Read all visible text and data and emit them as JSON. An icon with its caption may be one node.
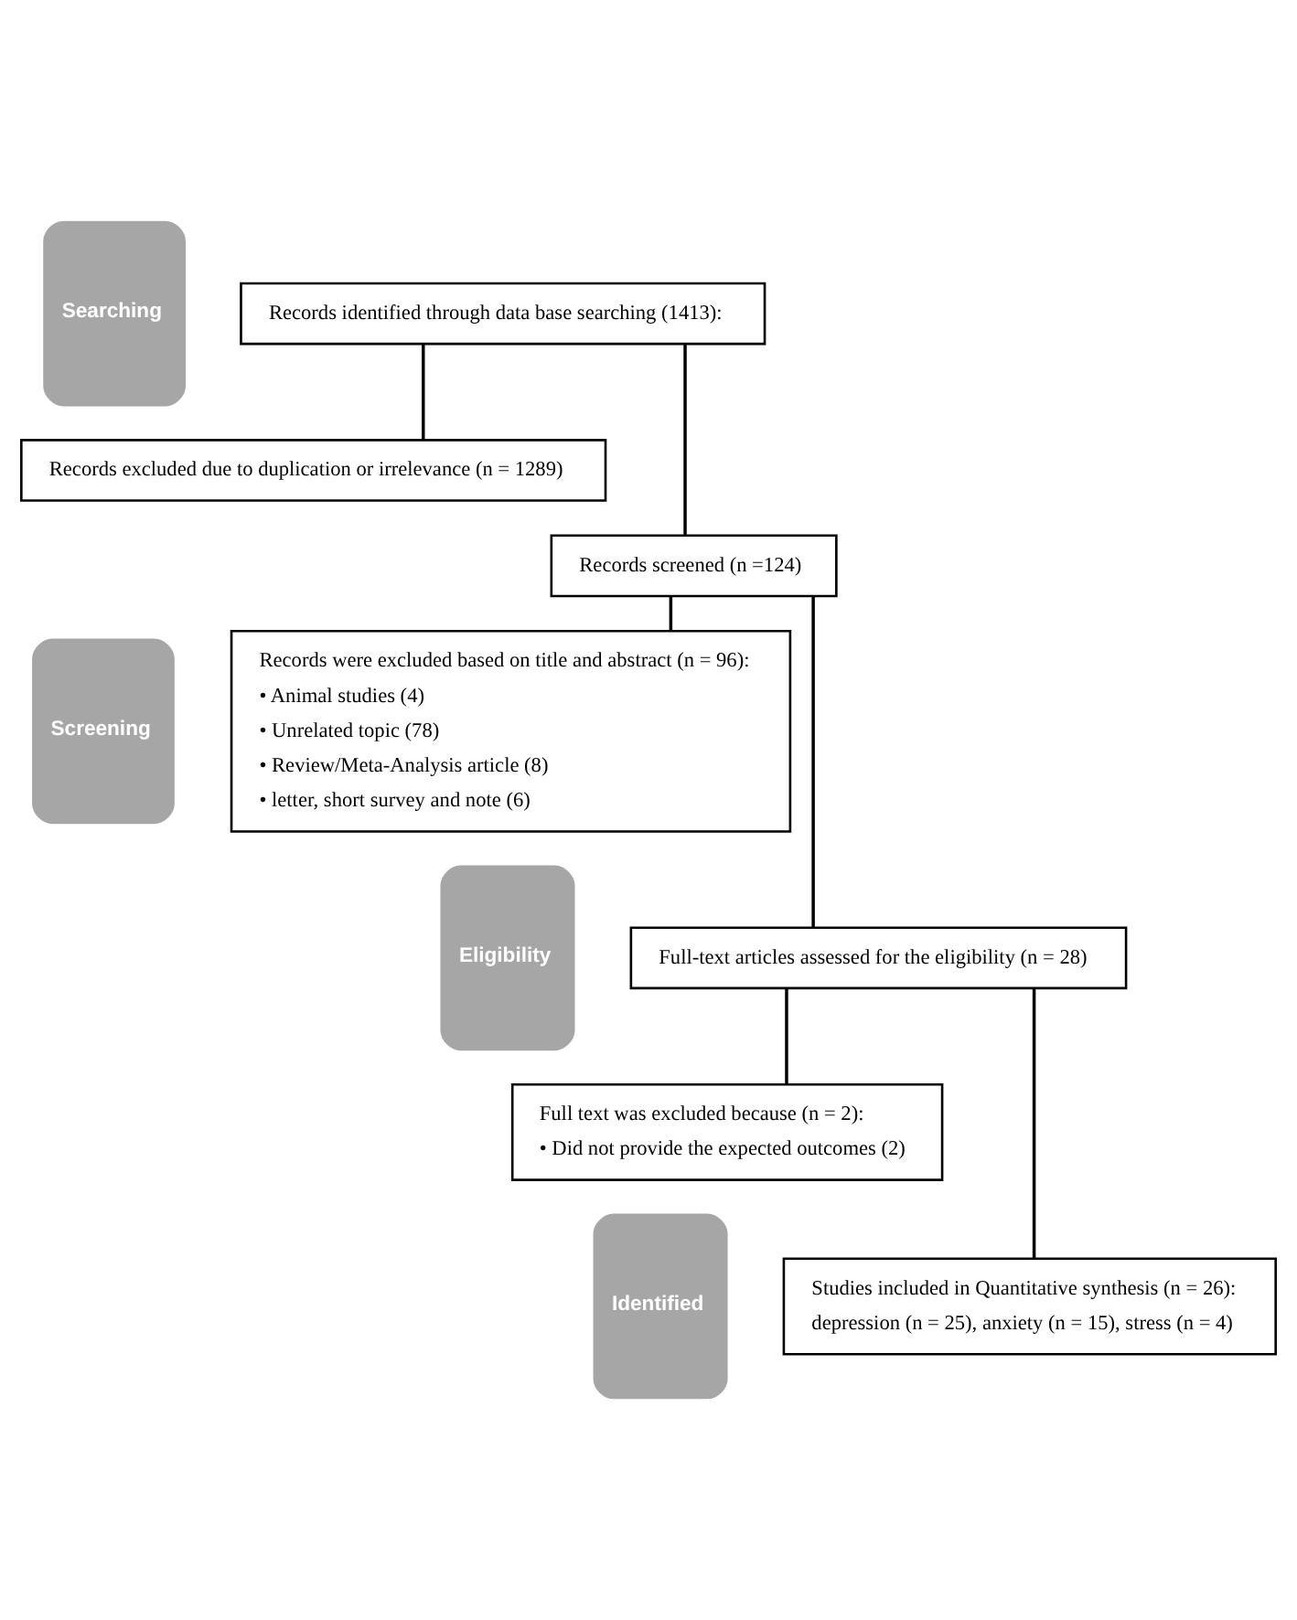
{
  "diagram": {
    "nodes": [
      {
        "text": [
          "Records identified through data base searching (1413):"
        ]
      },
      {
        "text": [
          "Records excluded due to duplication or irrelevance (n = 1289)"
        ]
      },
      {
        "text": [
          "Records screened (n =124)"
        ]
      },
      {
        "text": [
          "Records were excluded based on title and abstract (n = 96):",
          "• Animal studies (4)",
          "• Unrelated topic (78)",
          "• Review/Meta-Analysis article (8)",
          "• letter, short survey and note (6)"
        ]
      },
      {
        "text": [
          "Full-text articles assessed for the eligibility (n = 28)"
        ]
      },
      {
        "text": [
          "Full text was excluded because (n = 2):",
          "• Did not provide the expected outcomes (2)"
        ]
      },
      {
        "text": [
          "Studies included in Quantitative synthesis (n = 26):",
          "depression (n = 25), anxiety (n = 15), stress (n = 4)"
        ]
      },
      {
        "text": [
          "Searching"
        ]
      },
      {
        "text": [
          "Screening"
        ]
      },
      {
        "text": [
          "Eligibility"
        ]
      },
      {
        "text": [
          "Identified"
        ]
      }
    ],
    "edges": [
      {
        "from": 0,
        "to": 1,
        "arrow": "none"
      },
      {
        "from": 0,
        "to": 2,
        "arrow": "none"
      },
      {
        "from": 2,
        "to": 3,
        "arrow": "none"
      },
      {
        "from": 2,
        "to": 4,
        "arrow": "none"
      },
      {
        "from": 4,
        "to": 5,
        "arrow": "none"
      },
      {
        "from": 4,
        "to": 6,
        "arrow": "none"
      }
    ]
  }
}
